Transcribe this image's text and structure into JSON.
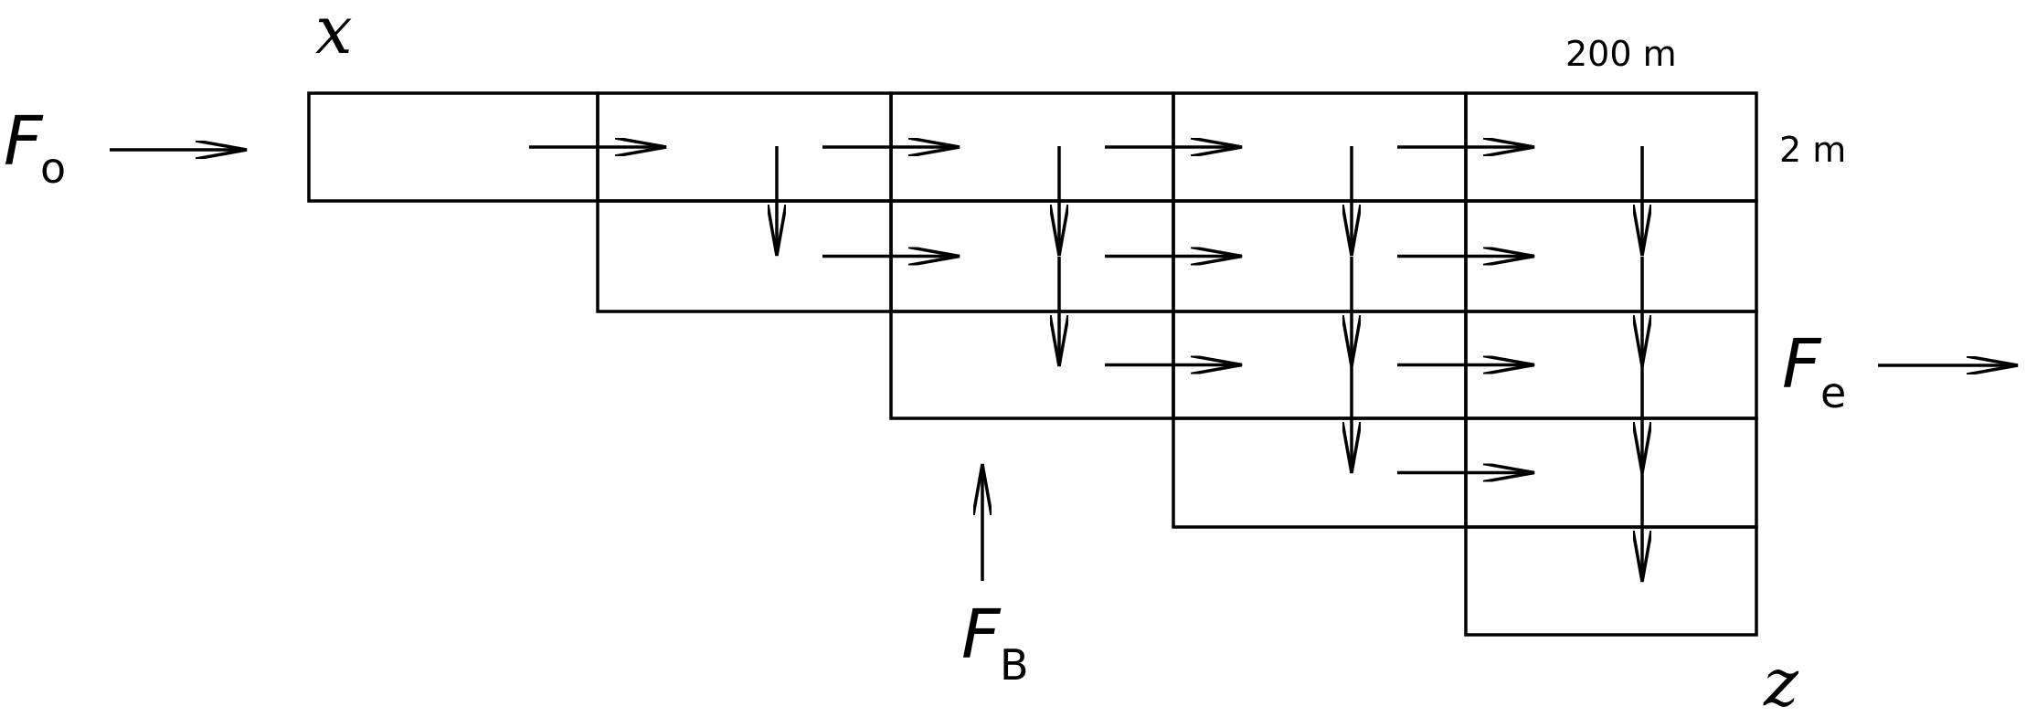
{
  "axes": {
    "x_label": "x",
    "z_label": "z"
  },
  "dimensions": {
    "length": "200 m",
    "depth": "2 m"
  },
  "flows": {
    "inflow": {
      "symbol": "F",
      "subscript": "o"
    },
    "outflow": {
      "symbol": "F",
      "subscript": "e"
    },
    "bottom": {
      "symbol": "F",
      "subscript": "B"
    }
  },
  "grid": {
    "columns": 5,
    "rows": 5,
    "cells_per_column": [
      1,
      2,
      3,
      4,
      5
    ]
  }
}
